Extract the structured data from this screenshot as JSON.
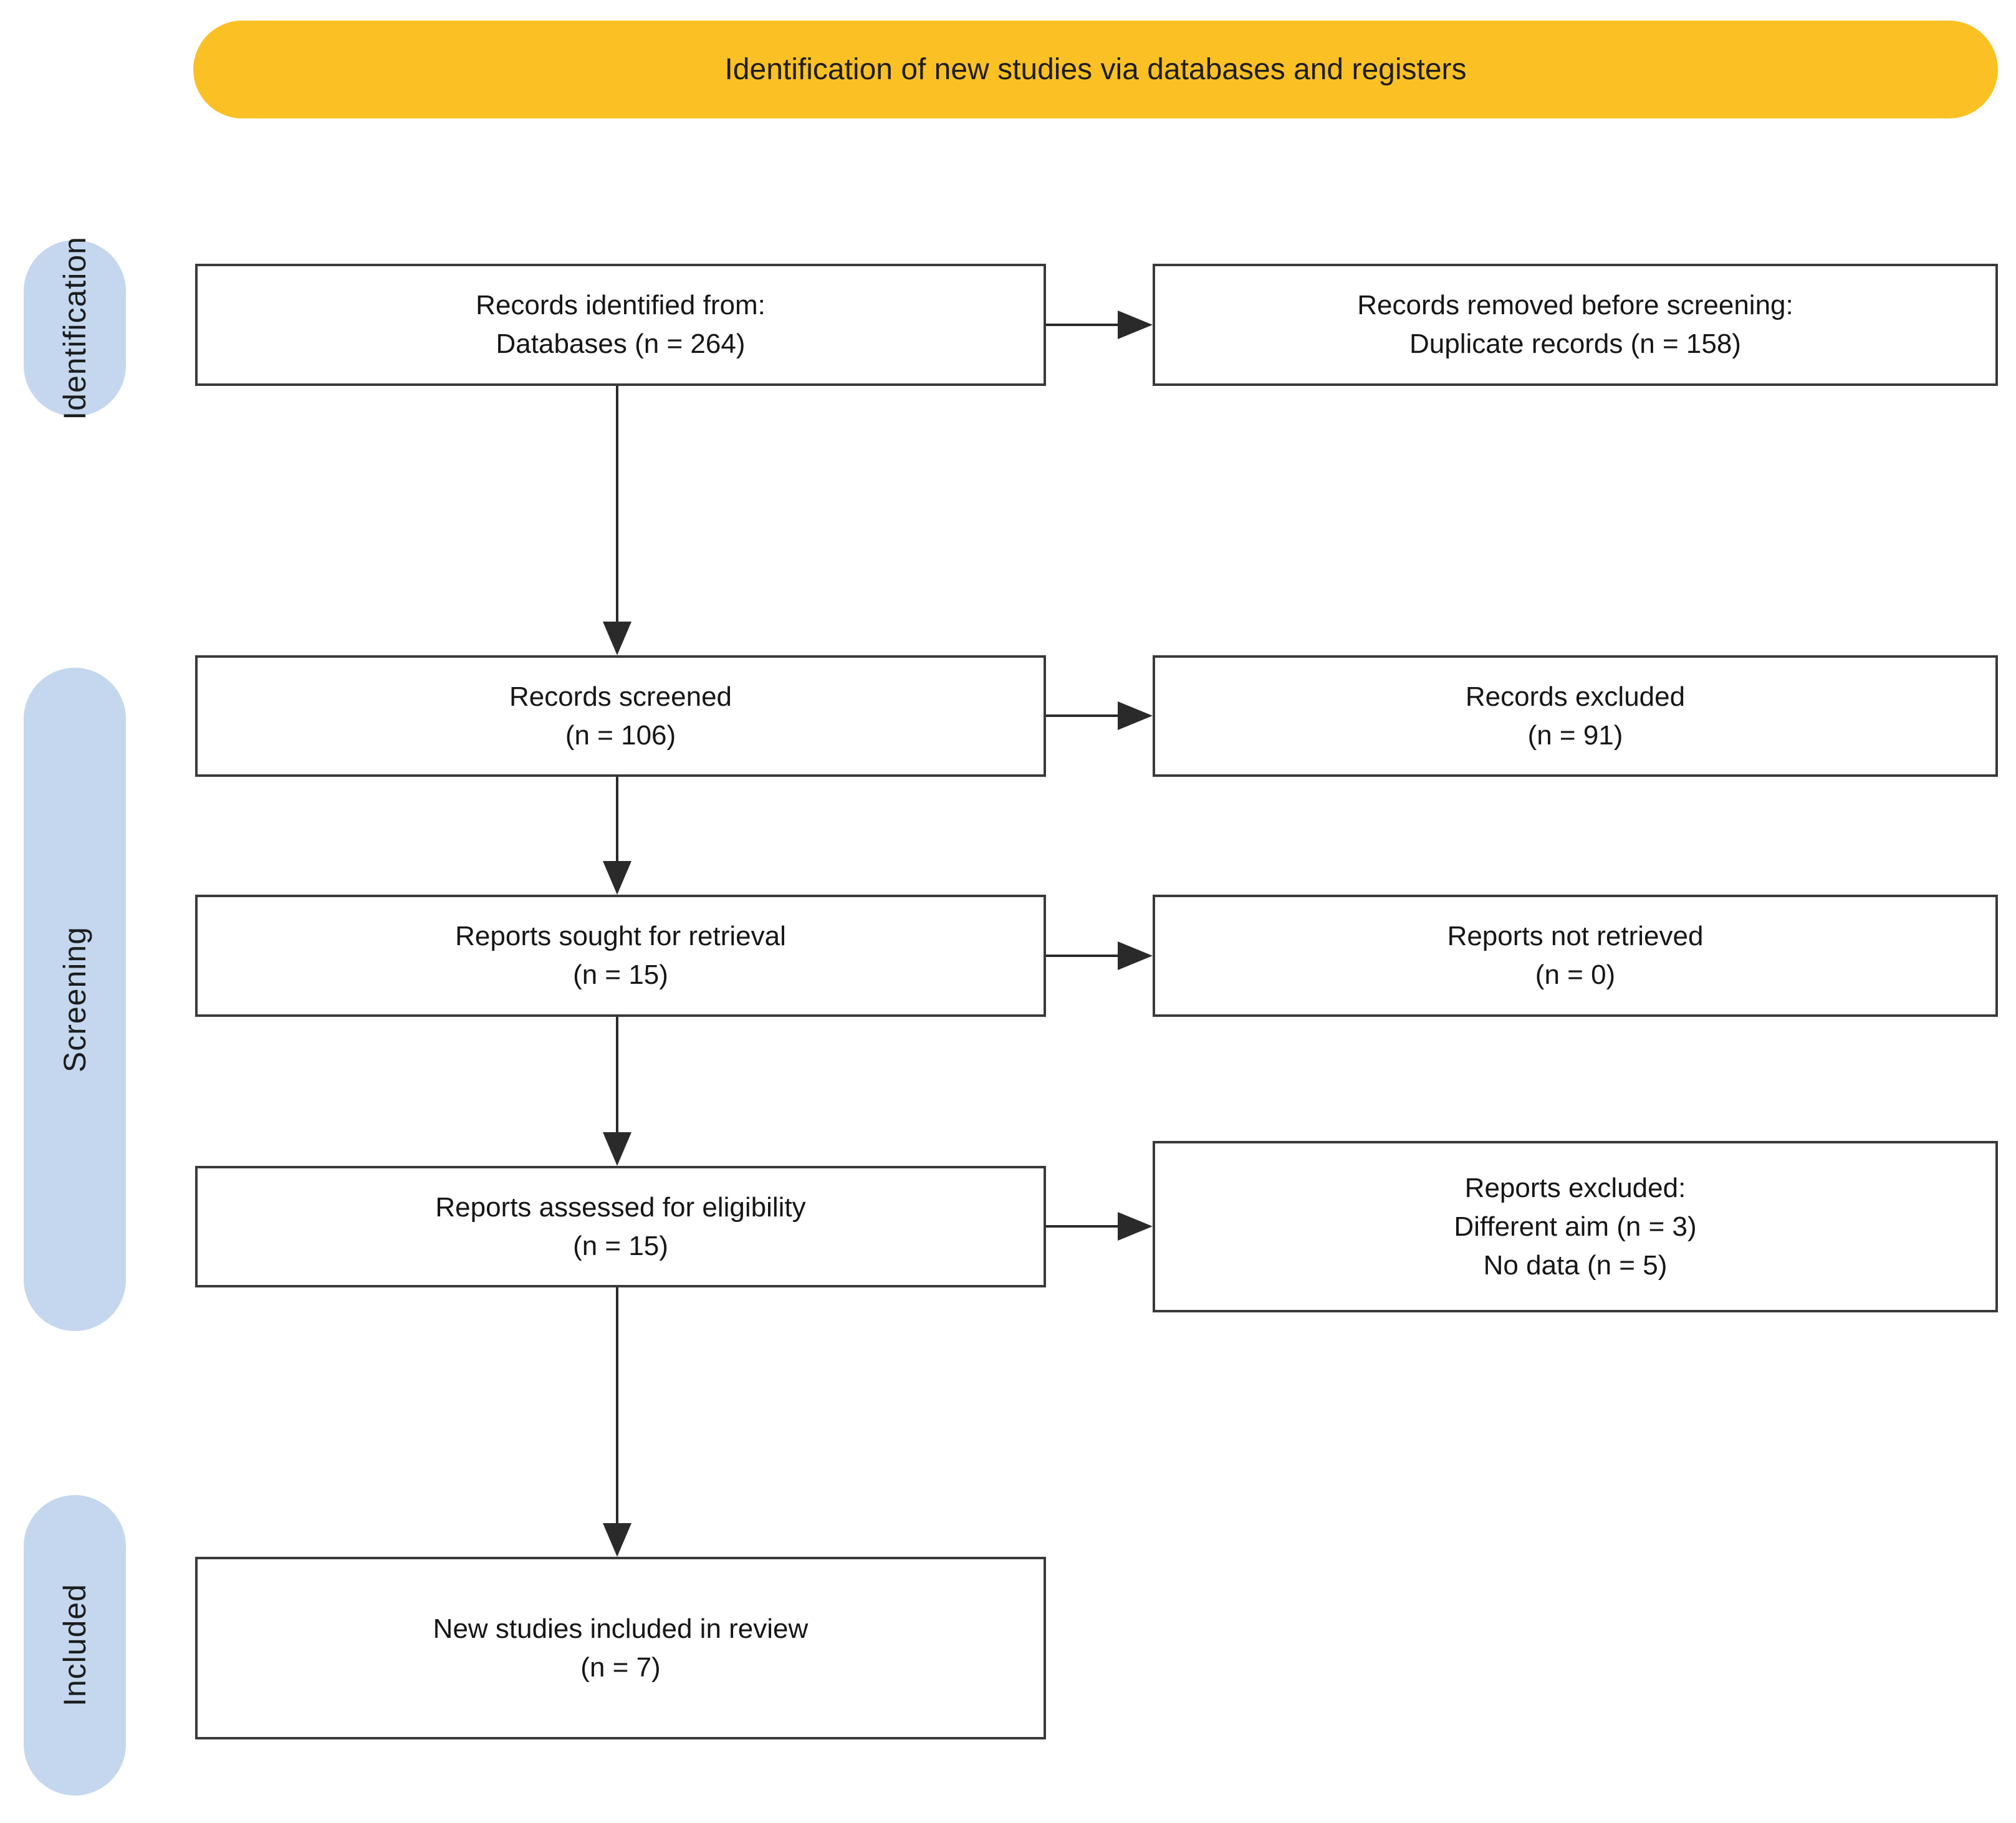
{
  "banner": {
    "label": "Identification of new studies via databases and registers"
  },
  "stages": {
    "identification": {
      "label": "Identification"
    },
    "screening": {
      "label": "Screening"
    },
    "included": {
      "label": "Included"
    }
  },
  "boxes": {
    "records_identified": {
      "lines": [
        "Records identified from:",
        "Databases (n = 264)"
      ]
    },
    "records_removed": {
      "lines": [
        "Records removed before screening:",
        "Duplicate records (n = 158)"
      ]
    },
    "records_screened": {
      "lines": [
        "Records screened",
        "(n = 106)"
      ]
    },
    "records_excluded": {
      "lines": [
        "Records excluded",
        "(n = 91)"
      ]
    },
    "reports_sought": {
      "lines": [
        "Reports sought for retrieval",
        "(n = 15)"
      ]
    },
    "reports_not_retrieved": {
      "lines": [
        "Reports not retrieved",
        "(n = 0)"
      ]
    },
    "reports_assessed": {
      "lines": [
        "Reports assessed for eligibility",
        "(n = 15)"
      ]
    },
    "reports_excluded": {
      "lines": [
        "Reports excluded:",
        "Different aim (n = 3)",
        "No data (n = 5)"
      ]
    },
    "studies_included": {
      "lines": [
        "New studies included in review",
        "(n = 7)"
      ]
    }
  },
  "colors": {
    "banner": "#FBC124",
    "stage_pill": "#C4D7EF",
    "box_border": "#3a3a3a",
    "arrow": "#2a2a2a",
    "box_background": "#ffffff",
    "text": "#161616"
  }
}
